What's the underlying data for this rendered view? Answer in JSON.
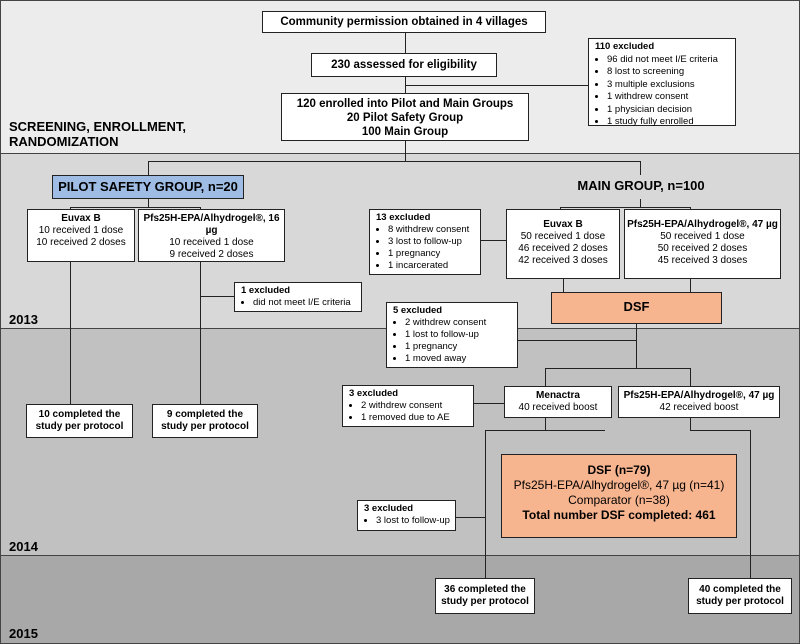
{
  "bands": {
    "screening_label": "SCREENING, ENROLLMENT, RANDOMIZATION",
    "y2013": "2013",
    "y2014": "2014",
    "y2015": "2015"
  },
  "colors": {
    "pilot_header": "#9fbde4",
    "dsf": "#f6b48f"
  },
  "top": {
    "community": "Community permission obtained in 4 villages",
    "assessed": "230 assessed for eligibility",
    "enrolled_1": "120 enrolled into Pilot and Main Groups",
    "enrolled_2": "20 Pilot Safety Group",
    "enrolled_3": "100 Main Group"
  },
  "excluded_screening": {
    "title": "110 excluded",
    "items": [
      "96 did not meet I/E criteria",
      "8 lost to screening",
      "3 multiple exclusions",
      "1 withdrew consent",
      "1 physician decision",
      "1 study fully enrolled"
    ]
  },
  "pilot": {
    "header": "PILOT SAFETY GROUP, n=20",
    "euvax_title": "Euvax B",
    "euvax_lines": [
      "10 received 1 dose",
      "10 received 2 doses"
    ],
    "pfs_title": "Pfs25H-EPA/Alhydrogel®, 16 µg",
    "pfs_lines": [
      "10 received 1 dose",
      "9 received 2 doses"
    ],
    "excl_title": "1 excluded",
    "excl_items": [
      "did not meet I/E criteria"
    ],
    "completed_euvax": [
      "10 completed the",
      "study per protocol"
    ],
    "completed_pfs": [
      "9 completed the",
      "study per protocol"
    ]
  },
  "main": {
    "header": "MAIN GROUP, n=100",
    "excl13_title": "13 excluded",
    "excl13_items": [
      "8 withdrew consent",
      "3 lost to follow-up",
      "1 pregnancy",
      "1 incarcerated"
    ],
    "euvax_title": "Euvax B",
    "euvax_lines": [
      "50 received 1 dose",
      "46 received 2 doses",
      "42 received 3 doses"
    ],
    "pfs_title": "Pfs25H-EPA/Alhydrogel®, 47 µg",
    "pfs_lines": [
      "50 received 1 dose",
      "50 received 2 doses",
      "45 received 3 doses"
    ],
    "dsf": "DSF",
    "excl5_title": "5 excluded",
    "excl5_items": [
      "2 withdrew consent",
      "1 lost to follow-up",
      "1 pregnancy",
      "1 moved away"
    ],
    "excl3a_title": "3 excluded",
    "excl3a_items": [
      "2 withdrew consent",
      "1 removed due to AE"
    ],
    "menactra_title": "Menactra",
    "menactra_line": "40 received boost",
    "pfs_boost_title": "Pfs25H-EPA/Alhydrogel®, 47 µg",
    "pfs_boost_line": "42 received boost",
    "dsf2_title": "DSF (n=79)",
    "dsf2_line1": "Pfs25H-EPA/Alhydrogel®, 47 µg (n=41)",
    "dsf2_line2": "Comparator (n=38)",
    "dsf2_total": "Total number DSF completed: 461",
    "excl3b_title": "3 excluded",
    "excl3b_items": [
      "3 lost to follow-up"
    ],
    "completed_menactra": [
      "36 completed the",
      "study per protocol"
    ],
    "completed_pfs": [
      "40 completed the",
      "study per protocol"
    ]
  }
}
